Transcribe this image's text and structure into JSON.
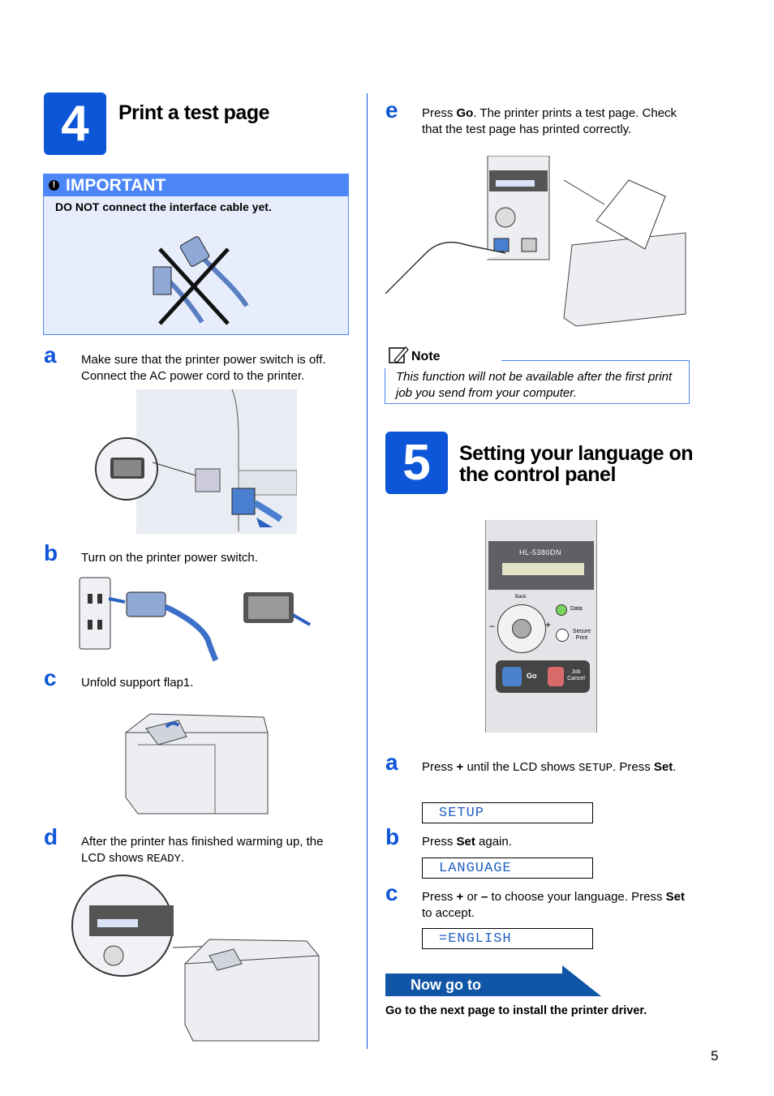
{
  "step4": {
    "number": "4",
    "title": "Print a test page",
    "important": {
      "label": "IMPORTANT",
      "text": "DO NOT connect the interface cable yet."
    },
    "a": {
      "letter": "a",
      "text": "Make sure that the printer power switch is off. Connect the AC power cord to the printer."
    },
    "b": {
      "letter": "b",
      "text": "Turn on the printer power switch."
    },
    "c": {
      "letter": "c",
      "text": "Unfold support flap1."
    },
    "d": {
      "letter": "d",
      "text_pre": "After the printer has finished warming up, the LCD shows ",
      "code": "READY",
      "text_post": "."
    },
    "e": {
      "letter": "e",
      "text_pre": "Press ",
      "bold": "Go",
      "text_post": ". The printer prints a test page. Check that the test page has printed correctly."
    }
  },
  "note": {
    "label": "Note",
    "text": "This function will not be available after the first print job you send from your computer."
  },
  "step5": {
    "number": "5",
    "title_line1": "Setting your language on",
    "title_line2": "the control panel",
    "panel": {
      "model": "HL-5380DN",
      "back": "Back",
      "data": "Data",
      "secure_print": "Secure Print",
      "go": "Go",
      "job_cancel": "Job Cancel"
    },
    "a": {
      "letter": "a",
      "text1": "Press ",
      "bold1": "+",
      "text2": " until the LCD shows ",
      "code": "SETUP",
      "text3": ". Press ",
      "bold2": "Set",
      "text4": "."
    },
    "lcd_a": "SETUP",
    "b": {
      "letter": "b",
      "text1": "Press ",
      "bold1": "Set",
      "text2": " again."
    },
    "lcd_b": "LANGUAGE",
    "c": {
      "letter": "c",
      "text1": "Press ",
      "bold1": "+",
      "text2": " or ",
      "bold2": "–",
      "text3": " to choose your language. Press ",
      "bold3": "Set",
      "text4": " to accept."
    },
    "lcd_c": "=ENGLISH"
  },
  "nowgo": {
    "label": "Now go to",
    "text": "Go to the next page to install the printer driver."
  },
  "page_number": "5",
  "colors": {
    "accent": "#0d56d8",
    "important_bg": "#e8edfc",
    "important_header": "#4d86f7",
    "nowgo": "#1155a6"
  }
}
